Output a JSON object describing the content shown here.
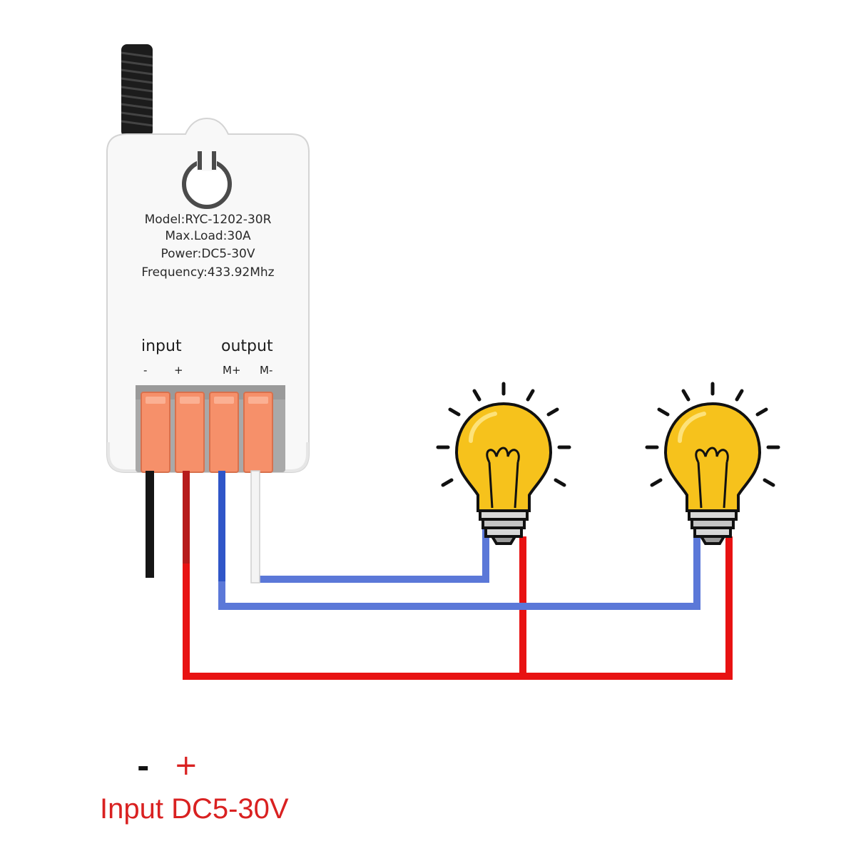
{
  "module": {
    "specs": [
      "Model:RYC-1202-30R",
      "Max.Load:30A",
      "Power:DC5-30V",
      "Frequency:433.92Mhz"
    ],
    "terminal_groups": {
      "input": "input",
      "output": "output"
    },
    "terminal_labels": [
      "-",
      "+",
      "M+",
      "M-"
    ]
  },
  "supply": {
    "minus": "-",
    "plus": "+",
    "caption": "Input DC5-30V"
  },
  "colors": {
    "positive_wire": "#e81212",
    "negative_wire": "#5b78d8",
    "blue_lead": "#2f56c8",
    "black_lead": "#151515",
    "red_lead": "#b71b1b",
    "connector_orange": "#f6906a",
    "bulb_glass": "#f6c21c",
    "bulb_base": "#d8d8d8",
    "caption_red": "#d92121"
  }
}
